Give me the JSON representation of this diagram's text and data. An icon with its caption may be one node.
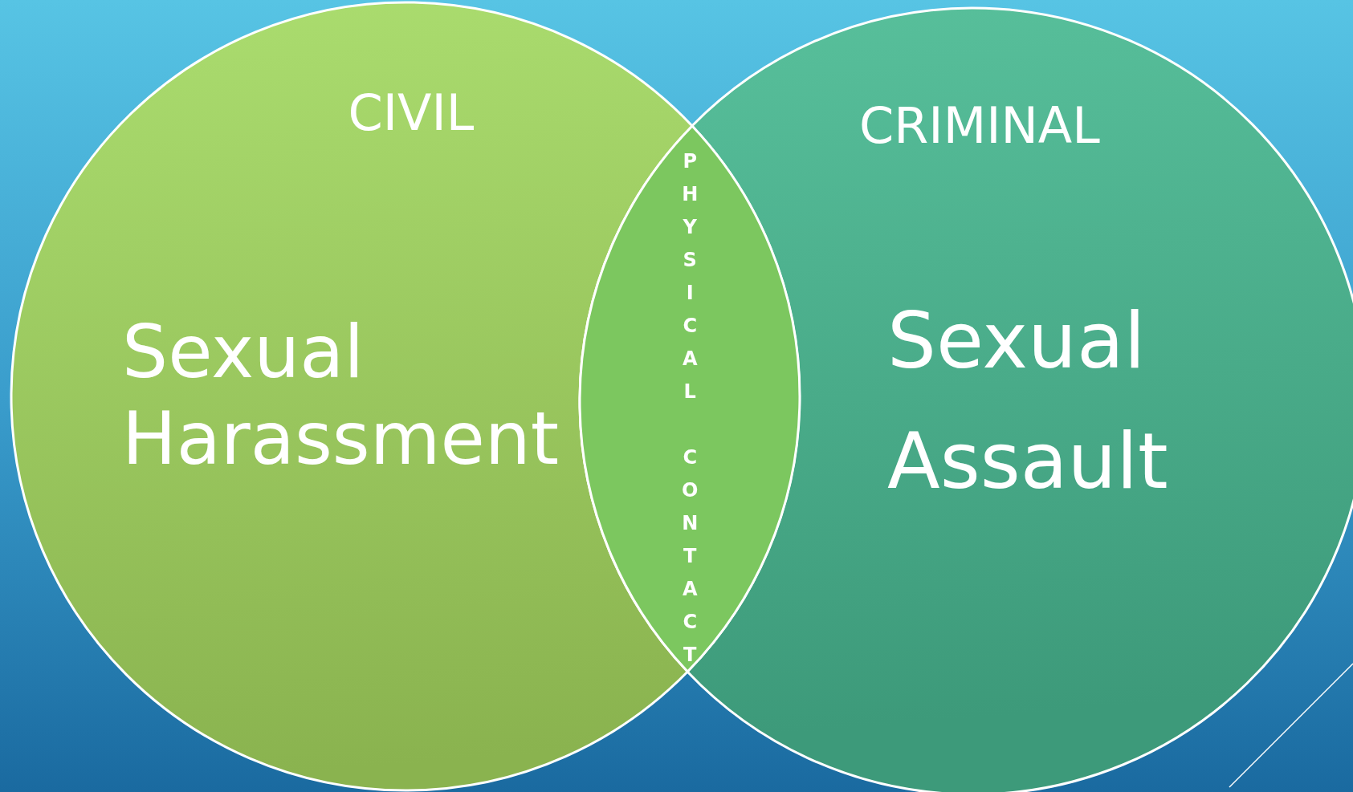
{
  "diagram": {
    "nodes": [
      {
        "text": [
          "CIVIL",
          "Sexual Harassment"
        ]
      },
      {
        "text": [
          "CRIMINAL",
          "Sexual Assault"
        ]
      },
      {
        "text": [
          "PHYSICAL CONTACT"
        ]
      }
    ]
  }
}
